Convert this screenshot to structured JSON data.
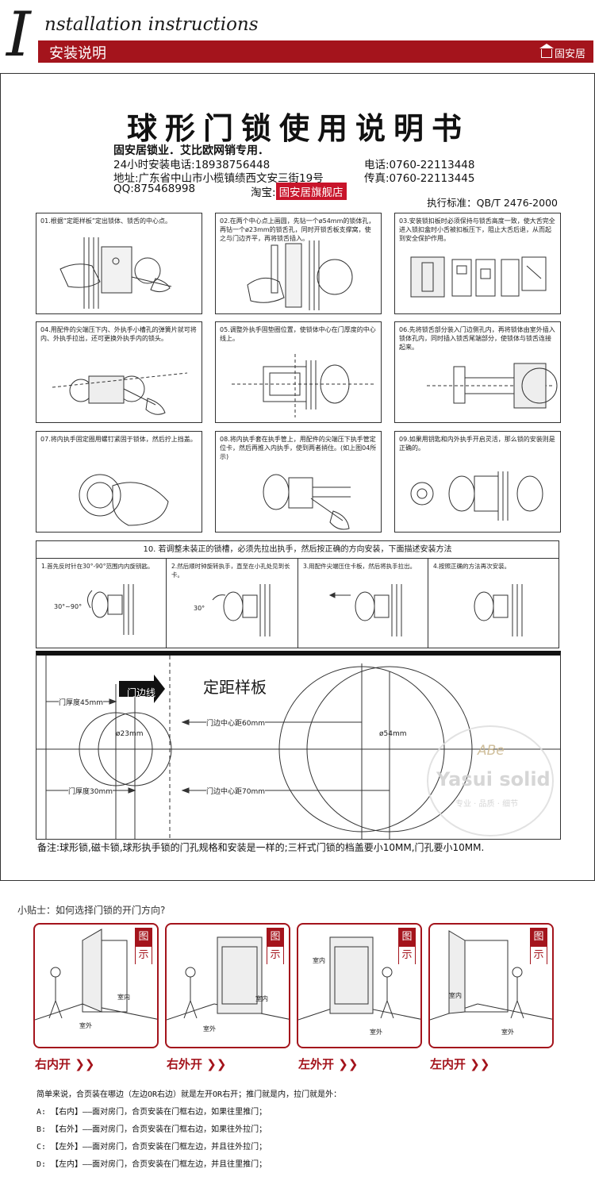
{
  "header": {
    "big_letter": "I",
    "title_en": "nstallation instructions",
    "title_cn": "安装说明",
    "brand": "固安居"
  },
  "manual": {
    "title": "球形门锁使用说明书",
    "subtitle": "固安居锁业．艾比欧网销专用．",
    "install_phone": "24小时安装电话:18938756448",
    "address": "地址:广东省中山市小榄镇绩西文安三街19号",
    "qq": "QQ:875468998",
    "tel": "电话:0760-22113448",
    "fax": "传真:0760-22113445",
    "taobao_label": "淘宝:",
    "taobao_shop": "固安居旗舰店",
    "standard": "执行标准：QB/T 2476-2000"
  },
  "steps": [
    {
      "text": "01.根据“定距样板”定出锁体、锁舌的中心点。"
    },
    {
      "text": "02.在两个中心点上画圆，先钻一个ø54mm的锁体孔，再钻一个ø23mm的锁舌孔，同时开锁舌板支撑窝，使之与门边齐平，再将锁舌插入。"
    },
    {
      "text": "03.安装锁扣板时必须保持与锁舌高度一致，使大舌完全进入锁扣盒时小舌被扣板压下，阻止大舌后退，从而起到安全保护作用。"
    },
    {
      "text": "04.用配件的尖端压下内、外执手小槽孔的弹簧片就可将内、外执手拉出，还可更换外执手内的锁头。"
    },
    {
      "text": "05.调整外执手固垫圈位置，使锁体中心在门厚度的中心线上。"
    },
    {
      "text": "06.先将锁舌部分装入门边侧孔内，再将锁体由室外插入锁体孔内，同时插入锁舌尾端部分，使锁体与锁舌连接起来。"
    },
    {
      "text": "07.将内执手固定圈用螺钉紧固于锁体，然后拧上挡盖。"
    },
    {
      "text": "08.将内执手套在执手管上，用配件的尖端压下执手管定位卡，然后再推入内执手，使到两者捎住。(如上图04所示)"
    },
    {
      "text": "09.如果用钥匙和内外执手开启灵活，那么锁的安装则是正确的。"
    }
  ],
  "step10": {
    "title": "10. 若调整未装正的锁槽，必须先拉出执手，然后按正确的方向安装，下面描述安装方法",
    "subs": [
      {
        "text": "1.首先反时针在30°-90°范围内内旋钥匙。",
        "angle": "30°~90°"
      },
      {
        "text": "2.然后顺时钟旋转执手，直至在小孔处见到长卡。",
        "angle": "30°"
      },
      {
        "text": "3.用配件尖端压住卡板，然后将执手拉出。",
        "angle": ""
      },
      {
        "text": "4.按照正确的方法再次安装。",
        "angle": ""
      }
    ]
  },
  "template": {
    "door_edge": "门边线",
    "title": "定距样板",
    "thickness_45": "门厚度45mm",
    "thickness_30": "门厚度30mm",
    "dist_60": "门边中心距60mm",
    "dist_70": "门边中心距70mm",
    "d23": "ø23mm",
    "d54": "ø54mm"
  },
  "watermark": {
    "logo": "ABe",
    "name": "Yasui solid",
    "slogan": "专业 · 品质 · 细节"
  },
  "note": "备注:球形锁,磁卡锁,球形执手锁的门孔规格和安装是一样的;三杆式门锁的档盖要小10MM,门孔要小10MM.",
  "tips": {
    "title": "小贴士：如何选择门锁的开门方向?",
    "badge_top": "图",
    "badge_bottom": "示",
    "indoor": "室内",
    "outdoor": "室外",
    "doors": [
      {
        "label": "右内开"
      },
      {
        "label": "右外开"
      },
      {
        "label": "左外开"
      },
      {
        "label": "左内开"
      }
    ],
    "explain": [
      "简单来说，合页装在哪边（左边OR右边）就是左开OR右开；推门就是内，拉门就是外：",
      "A: 【右内】——面对房门，合页安装在门框右边，如果往里推门；",
      "B: 【右外】——面对房门，合页安装在门框右边，如果往外拉门；",
      "C: 【左外】——面对房门，合页安装在门框左边，并且往外拉门；",
      "D: 【左内】——面对房门，合页安装在门框左边，并且往里推门；"
    ]
  },
  "colors": {
    "brand_red": "#a4141c",
    "shop_red": "#c8142a"
  }
}
